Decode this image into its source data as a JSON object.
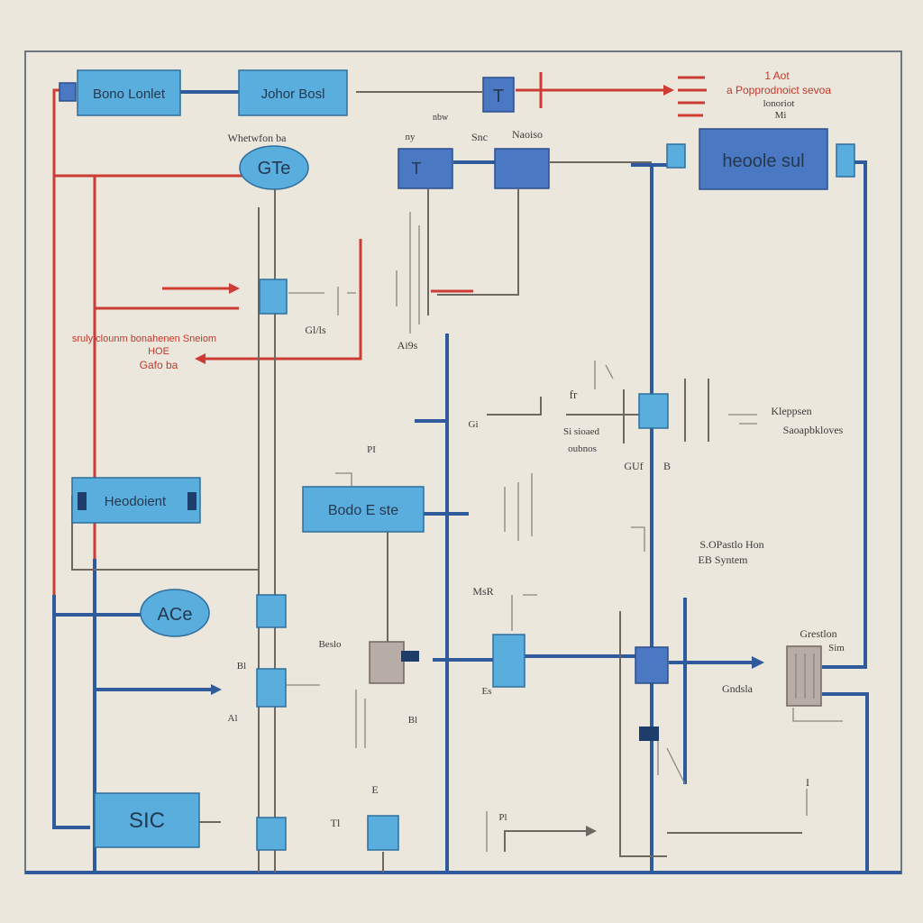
{
  "blocks": {
    "top_left": "Bono Lonlet",
    "top_second": "Johor Bosl",
    "top_right": "heoole sul",
    "gte_bubble": "GTe",
    "mid_center": "Bodo E ste",
    "left_mid": "Heodoient",
    "ace_bubble": "ACe",
    "bottom_left": "SIC",
    "small_ta": "T",
    "small_rn": "T"
  },
  "labels": {
    "whether": "Whetwfon ba",
    "ny": "ny",
    "nbw": "nbw",
    "snnc": "Snc",
    "naoiso": "Naoiso",
    "red_top_1": "1 Aot",
    "red_top_2": "a Popprodnoict sevoa",
    "red_top_3": "lonoriot",
    "red_top_4": "Mi",
    "red_left_1": "sruly clounm bonahenen Sneiom",
    "red_left_2": "HOE",
    "red_left_3": "Gafo ba",
    "gfis": "Gl/ls",
    "aitb": "Ai9s",
    "fit": "fr",
    "sisiored": "Si sioaed",
    "oubnos": "oubnos",
    "gi": "Gi",
    "kiepson": "Kleppsen",
    "samplefoce": "Saoapbkloves",
    "gu": "GUf",
    "bb": "B",
    "pb": "PI",
    "sprastlo": "S.OPastlo Hon",
    "ebsyn": "EB Syntem",
    "msb": "MsR",
    "beslo": "Beslo",
    "bl": "Bl",
    "esi": "Es",
    "ai": "Al",
    "gre": "Grestlon",
    "gnds": "Gndsla",
    "sim": "Sim",
    "dot": "Bl",
    "ti": "Tl",
    "pi": "Pl",
    "e": "E",
    "i": "I"
  },
  "colors": {
    "background": "#ece7dd",
    "wire_blue": "#2f5b9c",
    "wire_red": "#cc3b34",
    "block_light": "#5aaedd",
    "block_dark": "#4b78c2"
  }
}
